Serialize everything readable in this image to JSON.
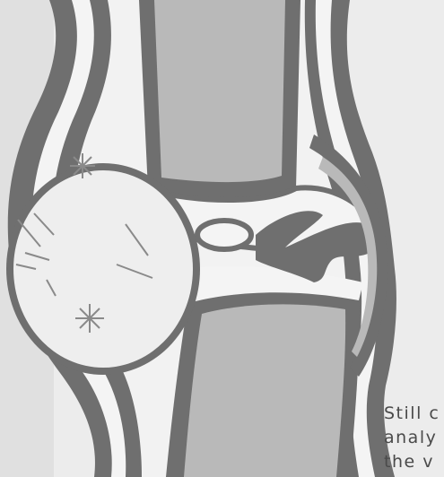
{
  "caption": {
    "lines": [
      "Still c",
      "analy",
      "the v"
    ]
  },
  "colors": {
    "paper": "#ececec",
    "ink": "#6f6f6f",
    "bone": "#b9b9b9",
    "light": "#f4f4f4",
    "sac": "#eeeeee"
  }
}
